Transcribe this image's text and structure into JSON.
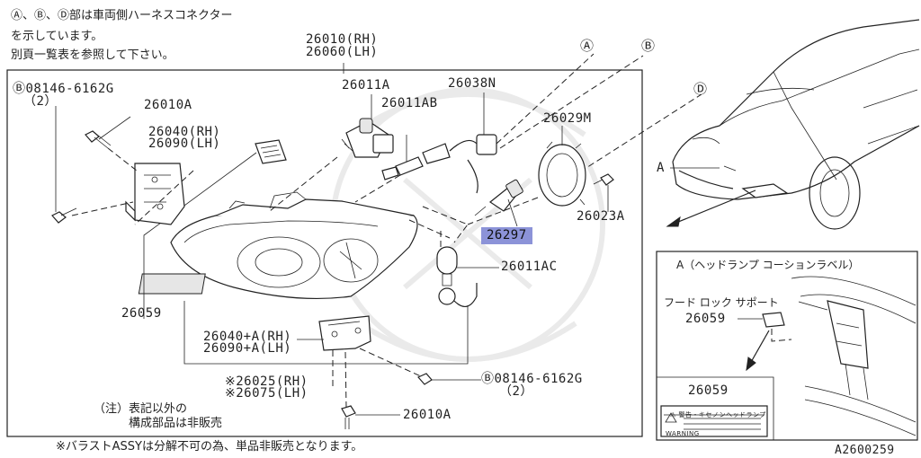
{
  "notes": {
    "harness_line1": "Ⓐ、Ⓑ、Ⓓ部は車両側ハーネスコネクター",
    "harness_line2": "を示しています。",
    "harness_line3": "別頁一覧表を参照して下さい。",
    "footnote_line1": "（注）表記以外の",
    "footnote_line2": "構成部品は非販売",
    "ballast_note": "※バラストASSYは分解不可の為、単品非販売となります。"
  },
  "connectors": {
    "a": "Ⓐ",
    "b": "Ⓑ",
    "d": "Ⓓ"
  },
  "parts": {
    "headlamp_rh": "26010(RH)",
    "headlamp_lh": "26060(LH)",
    "bolt_top": "Ⓑ08146-6162G",
    "bolt_top_qty": "（2）",
    "p26010A_top": "26010A",
    "bracket_rh": "26040(RH)",
    "bracket_lh": "26090(LH)",
    "p26011A": "26011A",
    "p26011AB": "26011AB",
    "p26038N": "26038N",
    "p26029M": "26029M",
    "p26023A": "26023A",
    "p26297": "26297",
    "p26011AC": "26011AC",
    "p26059": "26059",
    "bracket_a_rh": "26040+A(RH)",
    "bracket_a_lh": "26090+A(LH)",
    "bolt_bottom": "Ⓑ08146-6162G",
    "bolt_bottom_qty": "（2）",
    "ballast_rh": "※26025(RH)",
    "ballast_lh": "※26075(LH)",
    "p26010A_bottom": "26010A"
  },
  "car_view": {
    "label_a": "A"
  },
  "inset": {
    "title": "A（ヘッドランプ コーションラベル）",
    "hood_lock": "フード ロック サポート",
    "p26059": "26059",
    "label_part": "26059",
    "warning_header": "⚠ 警告・キセノンヘッドランプ",
    "label_code": "WARNING"
  },
  "figure_code": "A2600259",
  "colors": {
    "highlight": "#8c93d8",
    "line": "#222222"
  }
}
